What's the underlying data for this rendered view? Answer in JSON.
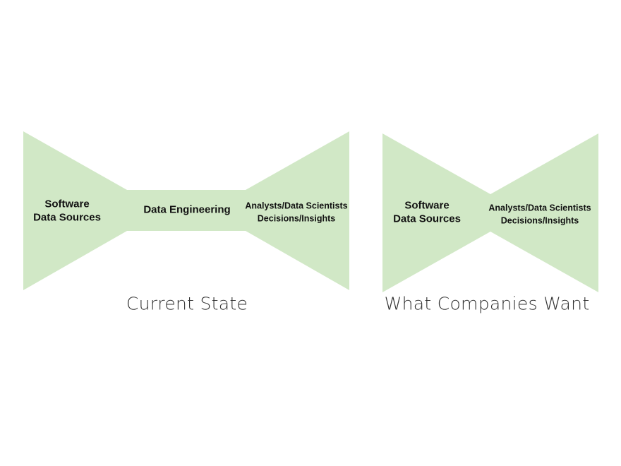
{
  "colors": {
    "shape_fill": "#d1e8c6",
    "text": "#111111",
    "caption_text": "#333333",
    "background": "#ffffff"
  },
  "current_state": {
    "caption": "Current State",
    "left_label_line1": "Software",
    "left_label_line2": "Data Sources",
    "middle_label": "Data Engineering",
    "right_label_line1": "Analysts/Data Scientists",
    "right_label_line2": "Decisions/Insights"
  },
  "desired_state": {
    "caption": "What Companies Want",
    "left_label_line1": "Software",
    "left_label_line2": "Data Sources",
    "right_label_line1": "Analysts/Data Scientists",
    "right_label_line2": "Decisions/Insights"
  }
}
